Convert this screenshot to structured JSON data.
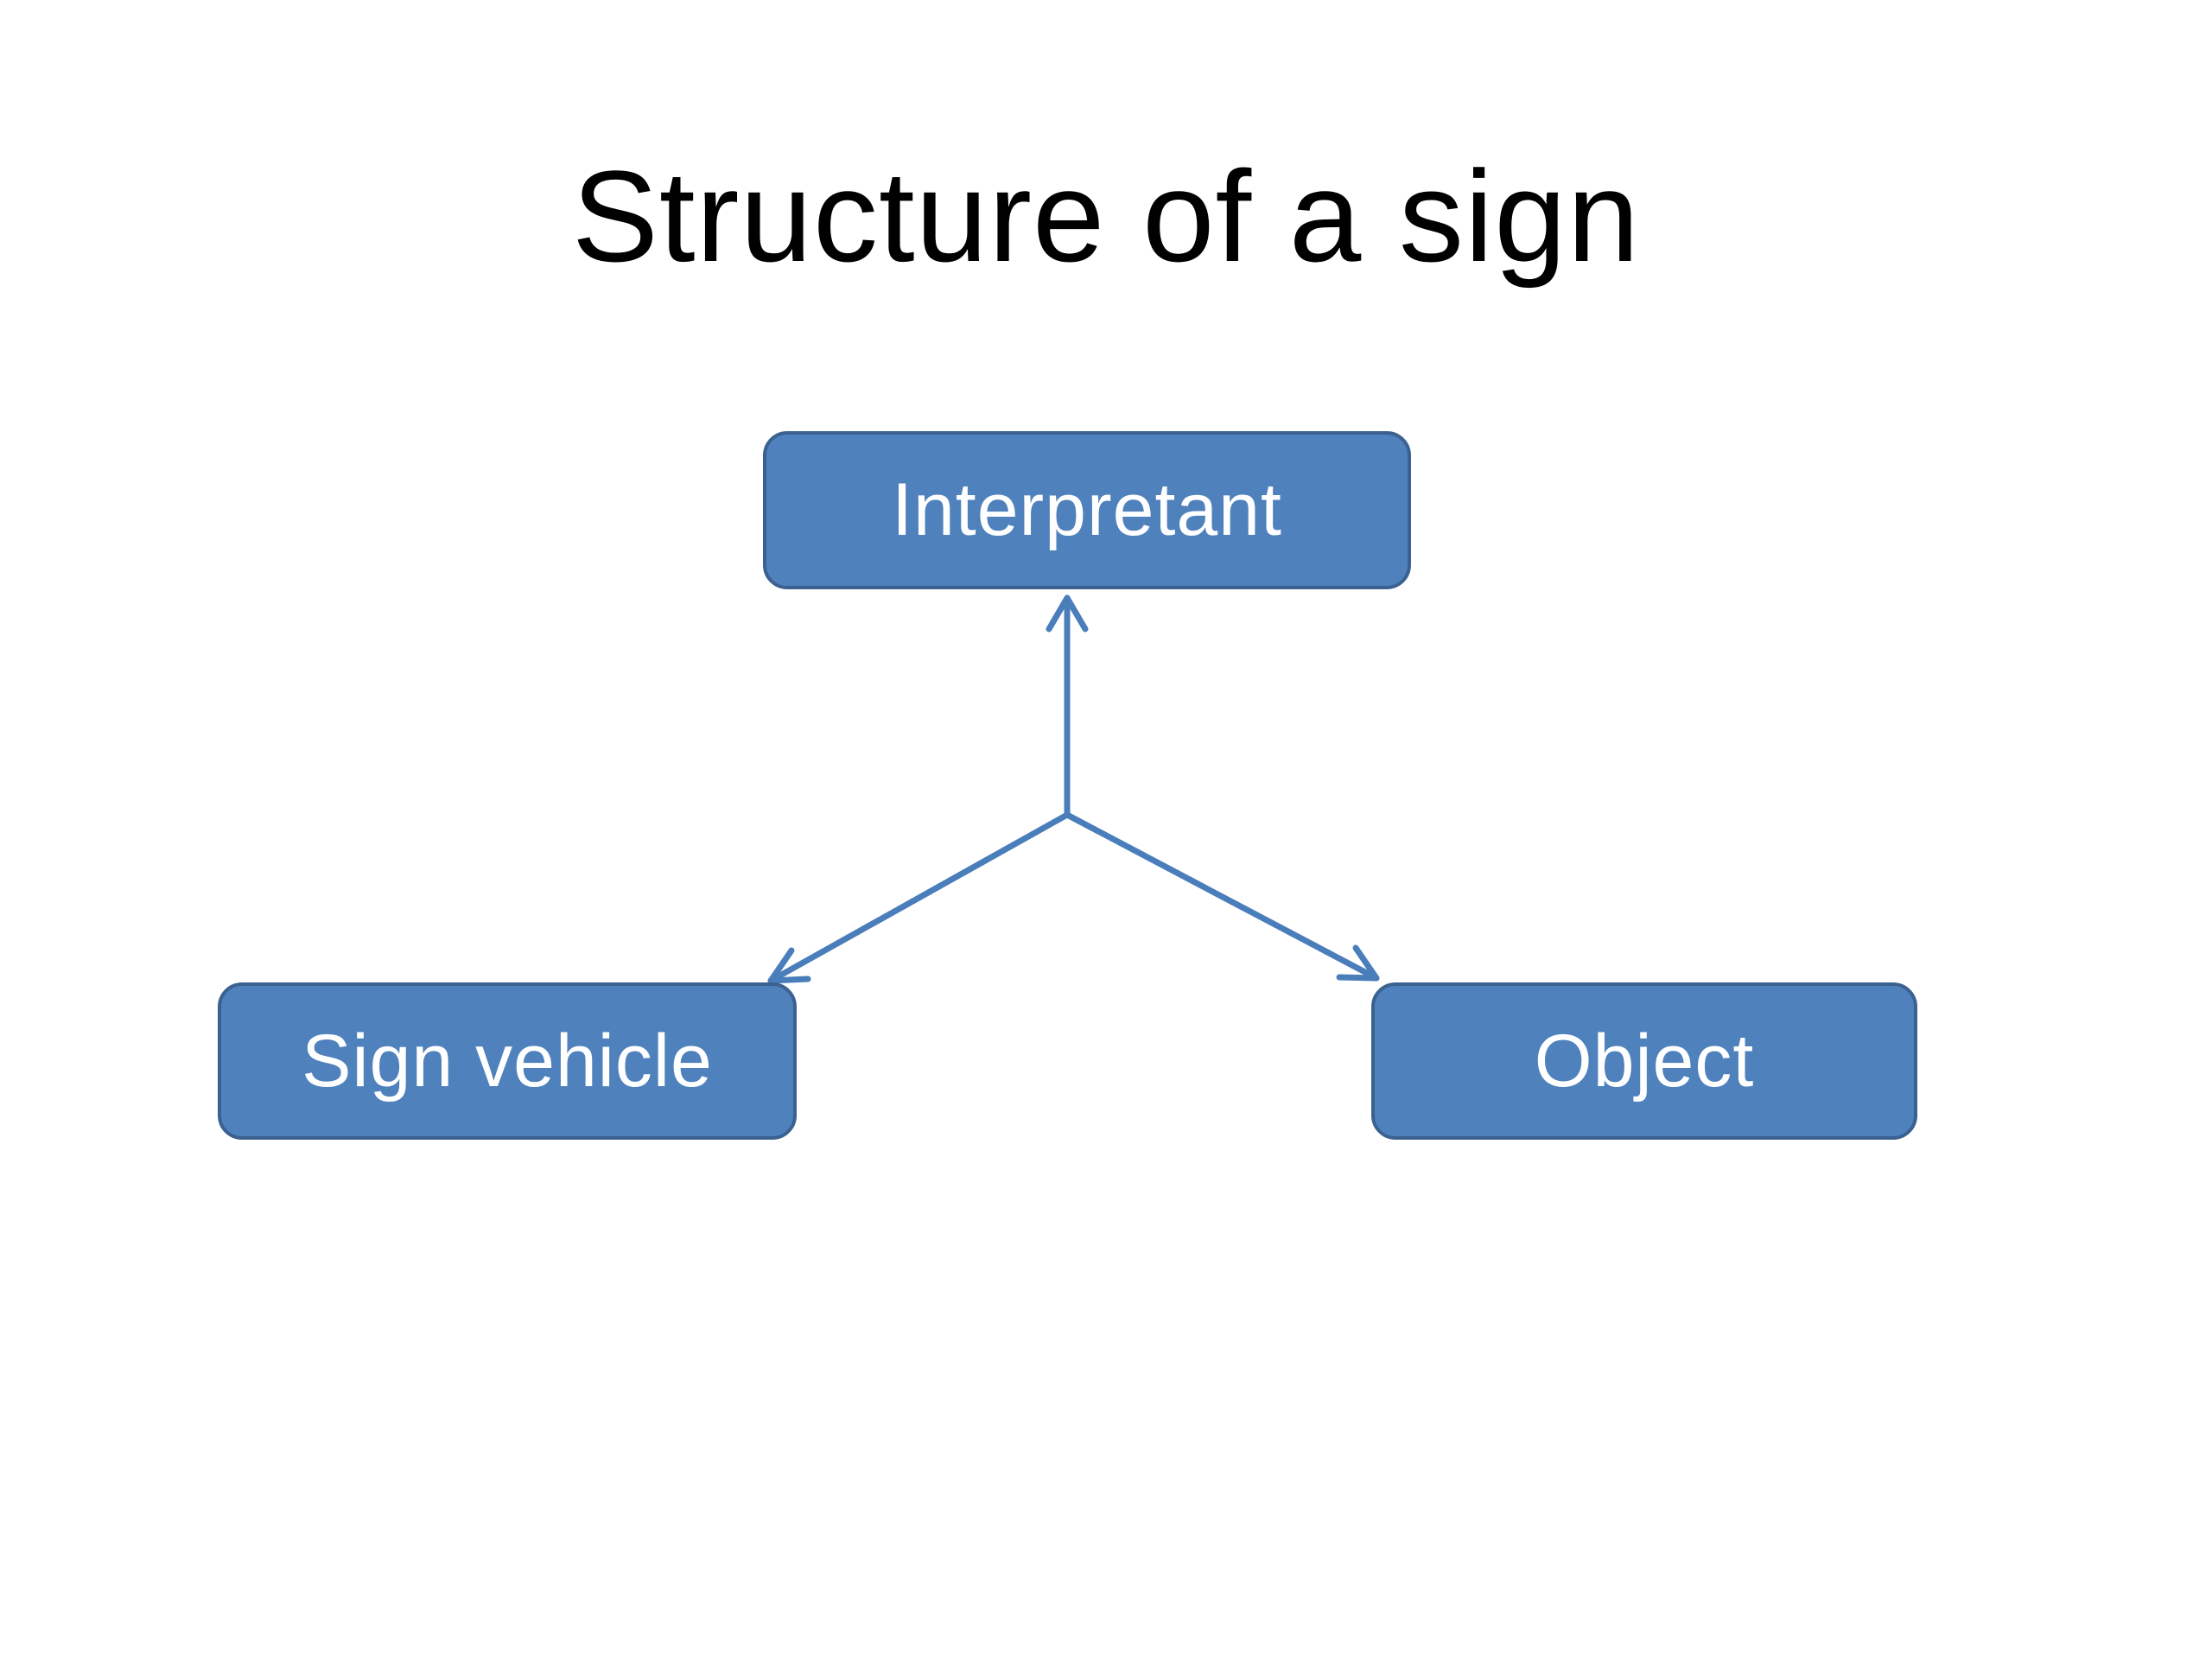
{
  "title": "Structure of a sign",
  "colors": {
    "node_fill": "#4f81bd",
    "node_border": "#3b6190",
    "arrow": "#4a7ebb",
    "text_on_node": "#ffffff",
    "title_text": "#000000"
  },
  "nodes": {
    "interpretant": "Interpretant",
    "sign_vehicle": "Sign vehicle",
    "object": "Object"
  },
  "edges": [
    {
      "from": "junction",
      "to": "interpretant"
    },
    {
      "from": "junction",
      "to": "sign_vehicle"
    },
    {
      "from": "junction",
      "to": "object"
    }
  ]
}
